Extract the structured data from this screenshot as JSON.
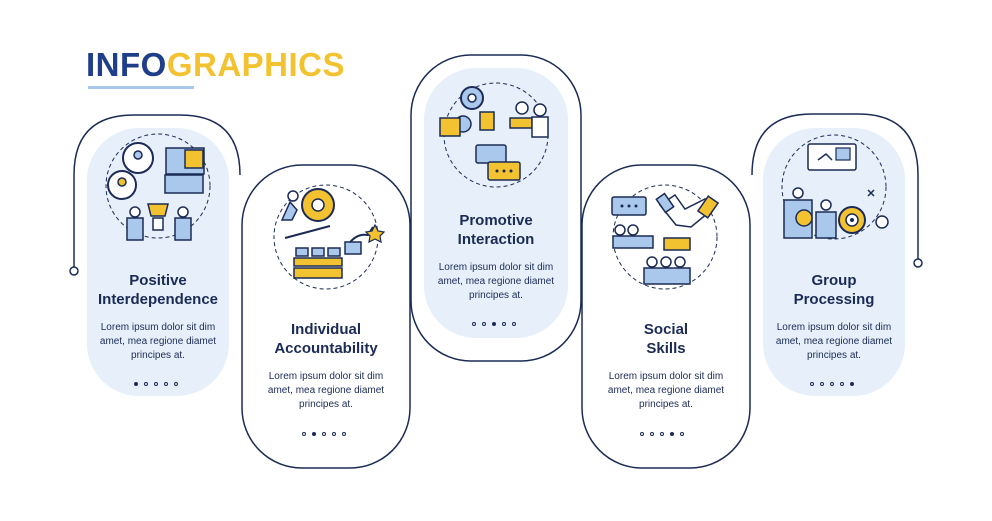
{
  "title": {
    "part1": "INFO",
    "part2": "GRAPHICS"
  },
  "colors": {
    "navy": "#1b2b55",
    "blue": "#a9c8ec",
    "yellow": "#f2c230",
    "card": "#e6effa"
  },
  "steps": [
    {
      "title_line1": "Positive",
      "title_line2": "Interdependence",
      "text": [
        "Lorem ipsum dolor sit dim",
        "amet, mea regione diamet",
        "principes at."
      ],
      "active_dot": 1,
      "icon": "teamwork-icon"
    },
    {
      "title_line1": "Individual",
      "title_line2": "Accountability",
      "text": [
        "Lorem ipsum dolor sit dim",
        "amet, mea regione diamet",
        "principes at."
      ],
      "active_dot": 2,
      "icon": "accountability-icon"
    },
    {
      "title_line1": "Promotive",
      "title_line2": "Interaction",
      "text": [
        "Lorem ipsum dolor sit dim",
        "amet, mea regione diamet",
        "principes at."
      ],
      "active_dot": 3,
      "icon": "interaction-icon"
    },
    {
      "title_line1": "Social",
      "title_line2": "Skills",
      "text": [
        "Lorem ipsum dolor sit dim",
        "amet, mea regione diamet",
        "principes at."
      ],
      "active_dot": 4,
      "icon": "handshake-icon"
    },
    {
      "title_line1": "Group",
      "title_line2": "Processing",
      "text": [
        "Lorem ipsum dolor sit dim",
        "amet, mea regione diamet",
        "principes at."
      ],
      "active_dot": 5,
      "icon": "group-processing-icon"
    }
  ]
}
